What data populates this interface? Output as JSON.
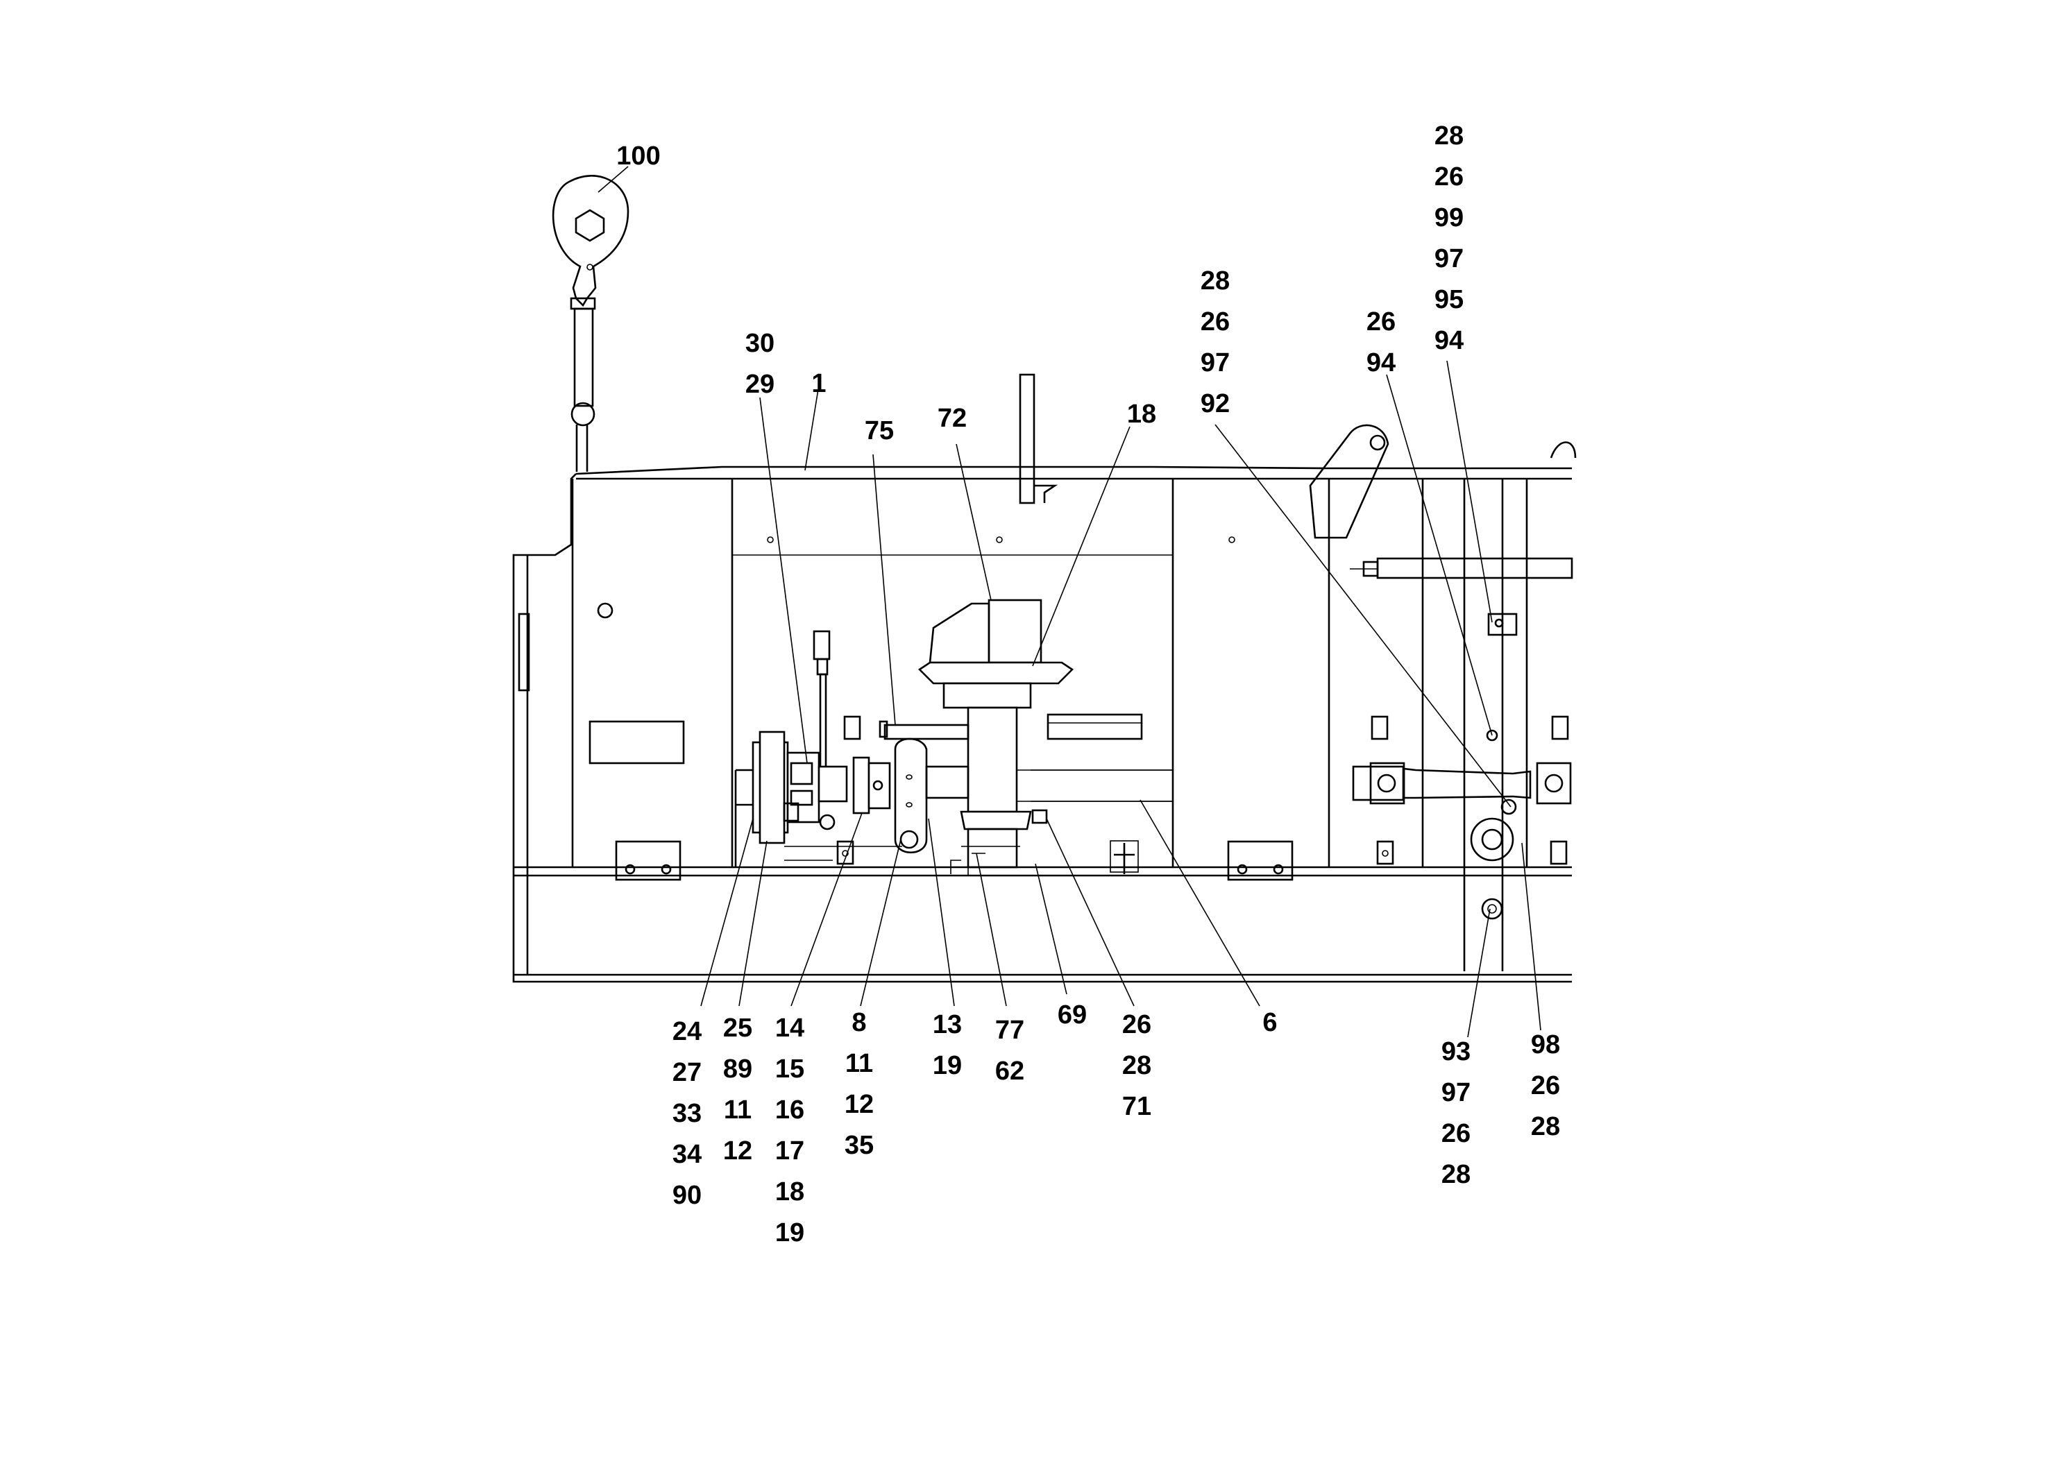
{
  "callouts": {
    "c100": [
      "100"
    ],
    "c30_29": [
      "30",
      "29"
    ],
    "c1": [
      "1"
    ],
    "c75": [
      "75"
    ],
    "c72": [
      "72"
    ],
    "c18": [
      "18"
    ],
    "c28_26_97_92": [
      "28",
      "26",
      "97",
      "92"
    ],
    "c26_94": [
      "26",
      "94"
    ],
    "c28_26_99_97_95_94": [
      "28",
      "26",
      "99",
      "97",
      "95",
      "94"
    ],
    "c24": [
      "24",
      "27",
      "33",
      "34",
      "90"
    ],
    "c25": [
      "25",
      "89",
      "11",
      "12"
    ],
    "c14": [
      "14",
      "15",
      "16",
      "17",
      "18",
      "19"
    ],
    "c8": [
      "8",
      "11",
      "12",
      "35"
    ],
    "c13": [
      "13",
      "19"
    ],
    "c77": [
      "77",
      "62"
    ],
    "c69": [
      "69"
    ],
    "c26_28_71": [
      "26",
      "28",
      "71"
    ],
    "c6": [
      "6"
    ],
    "c93": [
      "93",
      "97",
      "26",
      "28"
    ],
    "c98": [
      "98",
      "26",
      "28"
    ]
  }
}
